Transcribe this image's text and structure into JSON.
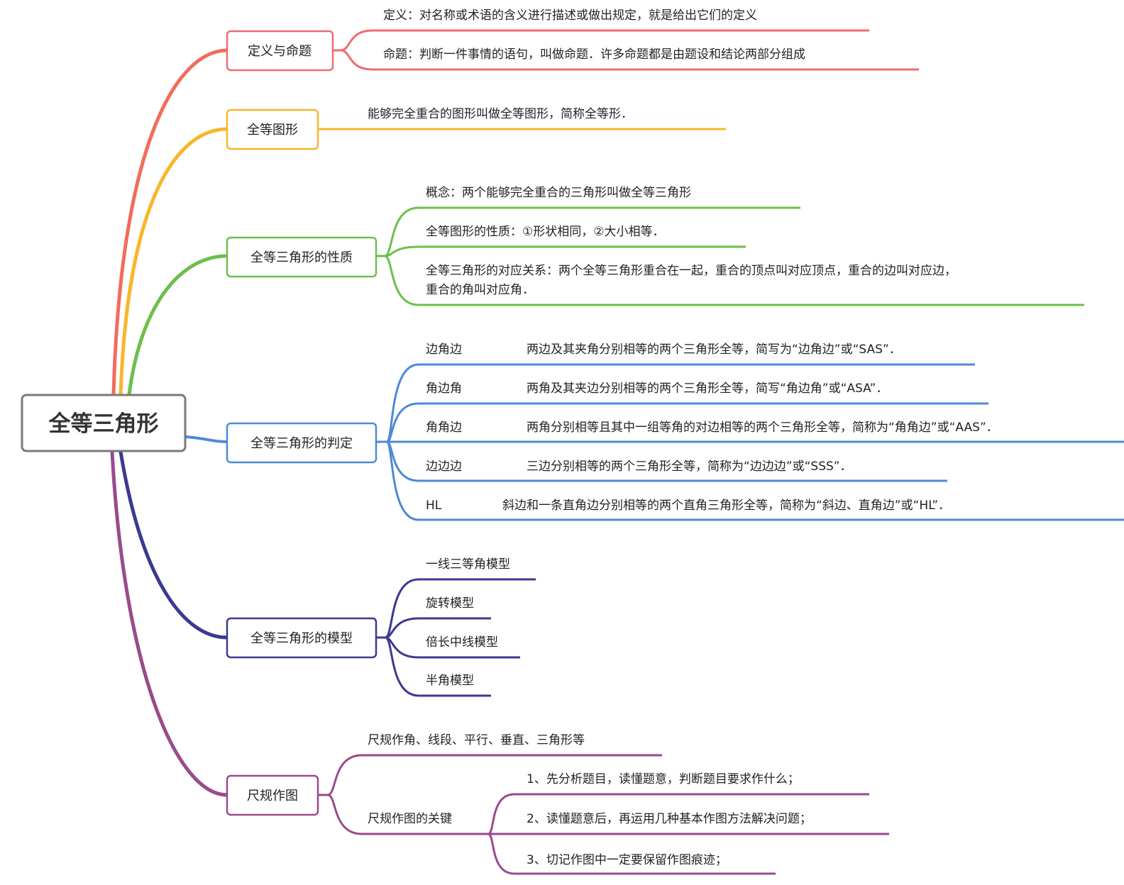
{
  "root": {
    "label": "全等三角形",
    "color": "#7a7a7a"
  },
  "branches": [
    {
      "label": "定义与命题",
      "color": "#ef6b6f",
      "children": [
        "定义：对名称或术语的含义进行描述或做出规定，就是给出它们的定义",
        "命题：判断一件事情的语句，叫做命题．许多命题都是由题设和结论两部分组成"
      ]
    },
    {
      "label": "全等图形",
      "color": "#f8b62c",
      "children": [
        "能够完全重合的图形叫做全等图形，简称全等形．"
      ]
    },
    {
      "label": "全等三角形的性质",
      "color": "#6cbf4b",
      "children": [
        "概念：两个能够完全重合的三角形叫做全等三角形",
        "全等图形的性质：①形状相同，②大小相等．",
        "全等三角形的对应关系：两个全等三角形重合在一起，重合的顶点叫对应顶点，重合的边叫对应边，",
        "重合的角叫对应角．"
      ]
    },
    {
      "label": "全等三角形的判定",
      "color": "#4d8ad6",
      "children": [
        {
          "name": "边角边",
          "desc": "两边及其夹角分别相等的两个三角形全等，简写为“边角边”或“SAS”．"
        },
        {
          "name": "角边角",
          "desc": "两角及其夹边分别相等的两个三角形全等，简写“角边角”或“ASA”．"
        },
        {
          "name": "角角边",
          "desc": "两角分别相等且其中一组等角的对边相等的两个三角形全等，简称为“角角边”或“AAS”．"
        },
        {
          "name": "边边边",
          "desc": "三边分别相等的两个三角形全等，简称为“边边边”或“SSS”．"
        },
        {
          "name": "HL",
          "desc": "斜边和一条直角边分别相等的两个直角三角形全等，简称为“斜边、直角边”或“HL”．"
        }
      ]
    },
    {
      "label": "全等三角形的模型",
      "color": "#3b3a90",
      "children": [
        "一线三等角模型",
        "旋转模型",
        "倍长中线模型",
        "半角模型"
      ]
    },
    {
      "label": "尺规作图",
      "color": "#9a4a8c",
      "children": [
        "尺规作角、线段、平行、垂直、三角形等",
        "尺规作图的关键"
      ],
      "key_steps": [
        "1、先分析题目，读懂题意，判断题目要求作什么；",
        "2、读懂题意后，再运用几种基本作图方法解决问题；",
        "3、切记作图中一定要保留作图痕迹；"
      ]
    }
  ]
}
